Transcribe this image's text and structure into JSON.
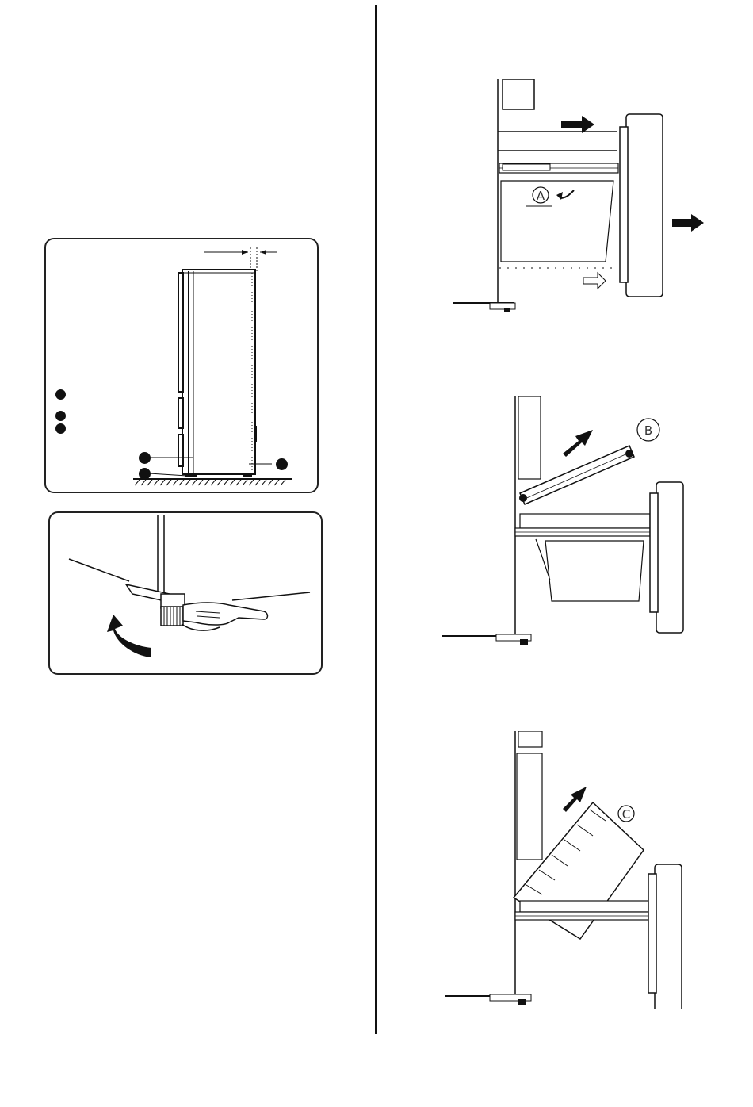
{
  "figures": {
    "leveling_panel": {
      "callouts": 6
    },
    "foot_panel": {},
    "drawer_step_a": {
      "label": "A"
    },
    "drawer_step_b": {
      "label": "B"
    },
    "drawer_step_c": {
      "label": "C"
    }
  },
  "colors": {
    "ink": "#111111",
    "paper": "#ffffff",
    "panel_border": "#222222"
  }
}
